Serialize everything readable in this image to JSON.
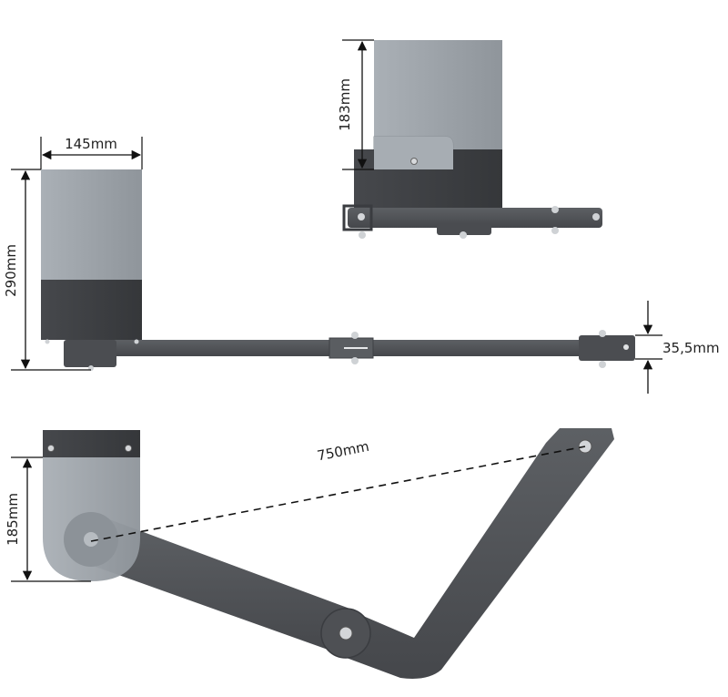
{
  "dimensions": {
    "width_top_left": "145mm",
    "height_side": "290mm",
    "height_top_unit": "183mm",
    "arm_thickness": "35,5mm",
    "arm_span": "750mm",
    "height_bottom_unit": "185mm"
  },
  "colors": {
    "housing_light": "#9ea4aa",
    "housing_dark": "#3d3f43",
    "arm": "#505357",
    "background": "#ffffff"
  }
}
